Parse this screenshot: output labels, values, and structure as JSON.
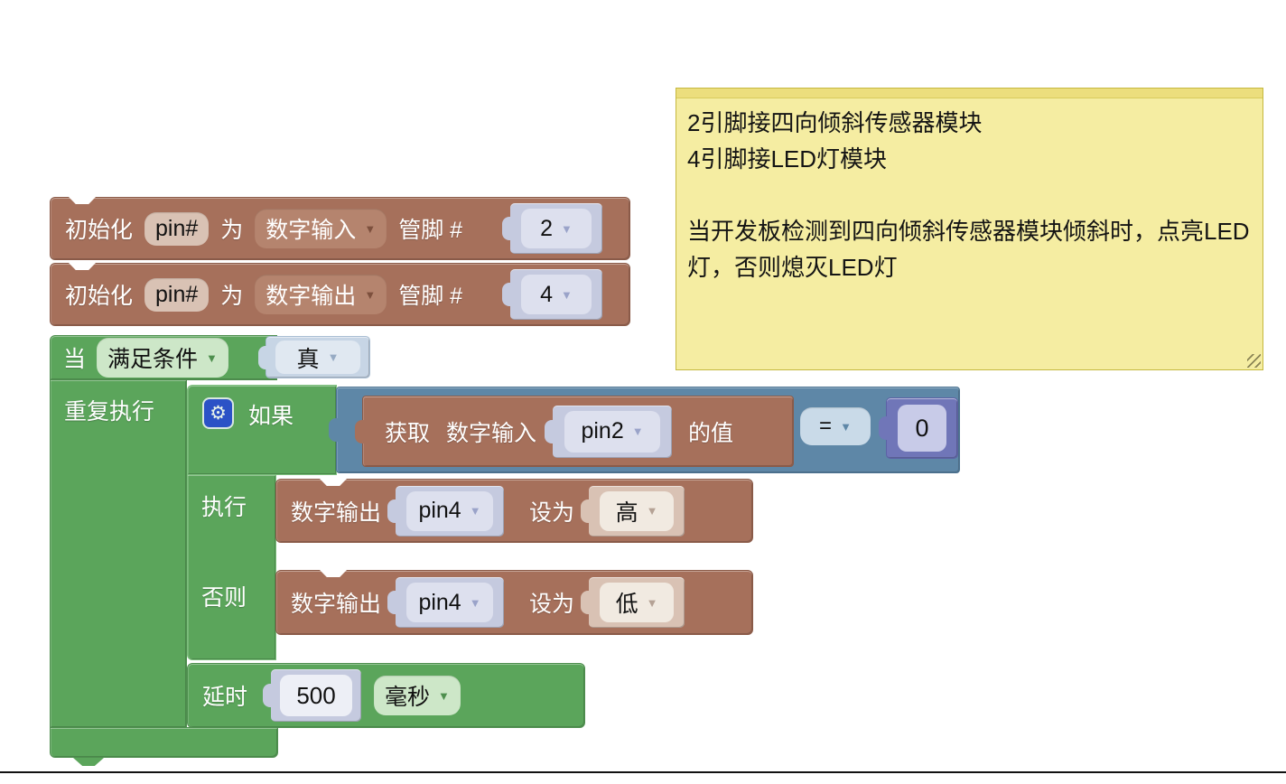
{
  "icons": {
    "dropdown_arrow": "▼",
    "gear": "⚙"
  },
  "colors": {
    "block_brown": "#A6705B",
    "block_green": "#5BA55B",
    "block_blue": "#5E87A7",
    "block_purple": "#7076B8",
    "comment_yellow": "#F5EDA2",
    "comment_border": "#C5B83F"
  },
  "comment": {
    "text": "2引脚接四向倾斜传感器模块\n4引脚接LED灯模块\n\n当开发板检测到四向倾斜传感器模块倾斜时，点亮LED灯，否则熄灭LED灯"
  },
  "init_input_block": {
    "init_label": "初始化",
    "pin_field": "pin#",
    "as_label": "为",
    "mode_dropdown": "数字输入",
    "pin_num_label": "管脚 #",
    "pin_value": "2"
  },
  "init_output_block": {
    "init_label": "初始化",
    "pin_field": "pin#",
    "as_label": "为",
    "mode_dropdown": "数字输出",
    "pin_num_label": "管脚 #",
    "pin_value": "4"
  },
  "when_block": {
    "when_label": "当",
    "condition_dropdown": "满足条件",
    "true_value": "真",
    "repeat_label": "重复执行"
  },
  "if_block": {
    "if_label": "如果",
    "do_label": "执行",
    "else_label": "否则"
  },
  "condition_block": {
    "get_label": "获取",
    "mode_label": "数字输入",
    "pin_dropdown": "pin2",
    "value_label": "的值",
    "operator": "=",
    "compare_value": "0"
  },
  "do_statement": {
    "mode_label": "数字输出",
    "pin_dropdown": "pin4",
    "set_label": "设为",
    "level_dropdown": "高"
  },
  "else_statement": {
    "mode_label": "数字输出",
    "pin_dropdown": "pin4",
    "set_label": "设为",
    "level_dropdown": "低"
  },
  "delay_block": {
    "delay_label": "延时",
    "duration": "500",
    "unit_dropdown": "毫秒"
  }
}
